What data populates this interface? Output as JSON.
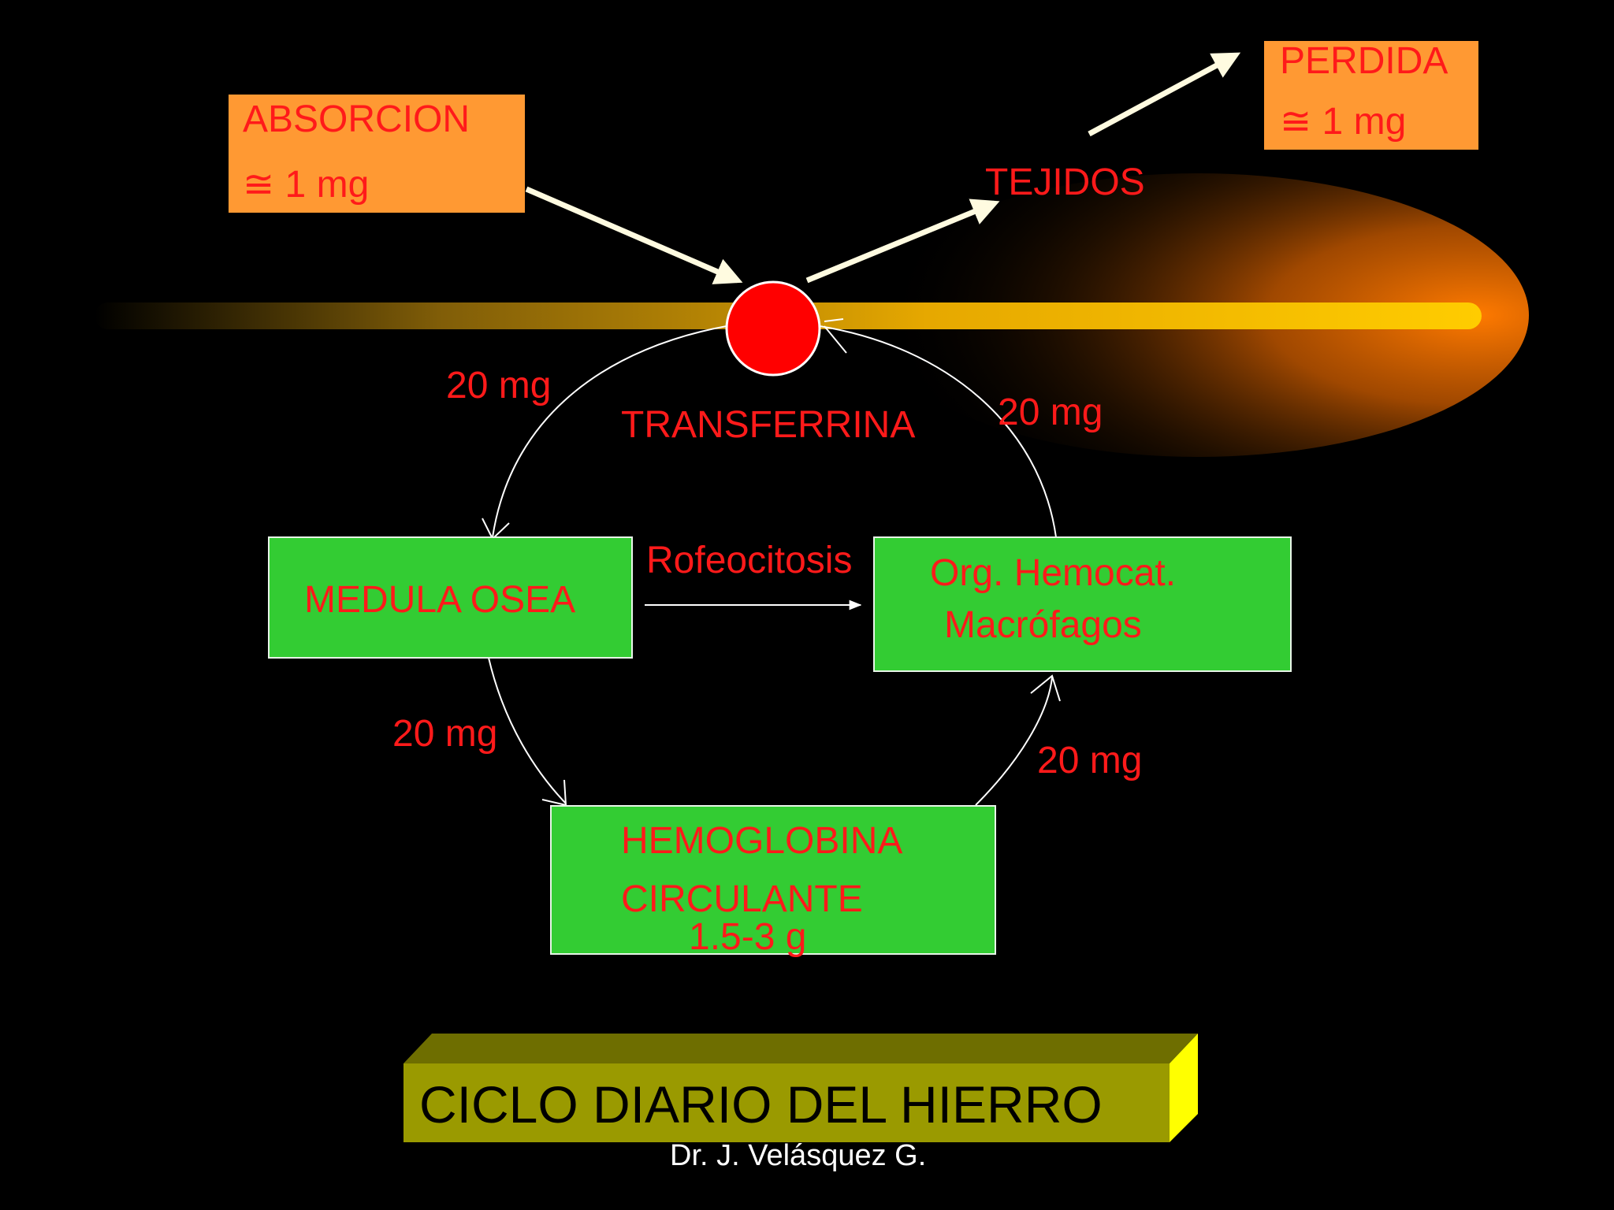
{
  "colors": {
    "background": "#000000",
    "label_red": "#ff1a1a",
    "orange_box": "#ff9933",
    "green_box": "#33cc33",
    "node_red": "#ff0000",
    "arrow_cream": "#fffbe0",
    "title_bar": "#9a9a00",
    "title_top": "#6e6e00",
    "title_side": "#ffff00"
  },
  "absorcion": {
    "title": "ABSORCION",
    "amount": "≅ 1 mg"
  },
  "perdida": {
    "title": "PERDIDA",
    "amount": "≅ 1 mg"
  },
  "tejidos": "TEJIDOS",
  "transferrina": "TRANSFERRINA",
  "medula": "MEDULA OSEA",
  "rofeocitosis": "Rofeocitosis",
  "org": {
    "line1": "Org. Hemocat.",
    "line2": "Macrófagos"
  },
  "hemoglobina": {
    "line1": "HEMOGLOBINA",
    "line2": "CIRCULANTE",
    "amount": "1.5-3 g"
  },
  "flows": {
    "transferrina_to_medula": "20 mg",
    "org_to_transferrina": "20 mg",
    "medula_to_hemoglobina": "20 mg",
    "hemoglobina_to_org": "20 mg"
  },
  "title": "CICLO DIARIO DEL HIERRO",
  "author": "Dr. J. Velásquez G."
}
